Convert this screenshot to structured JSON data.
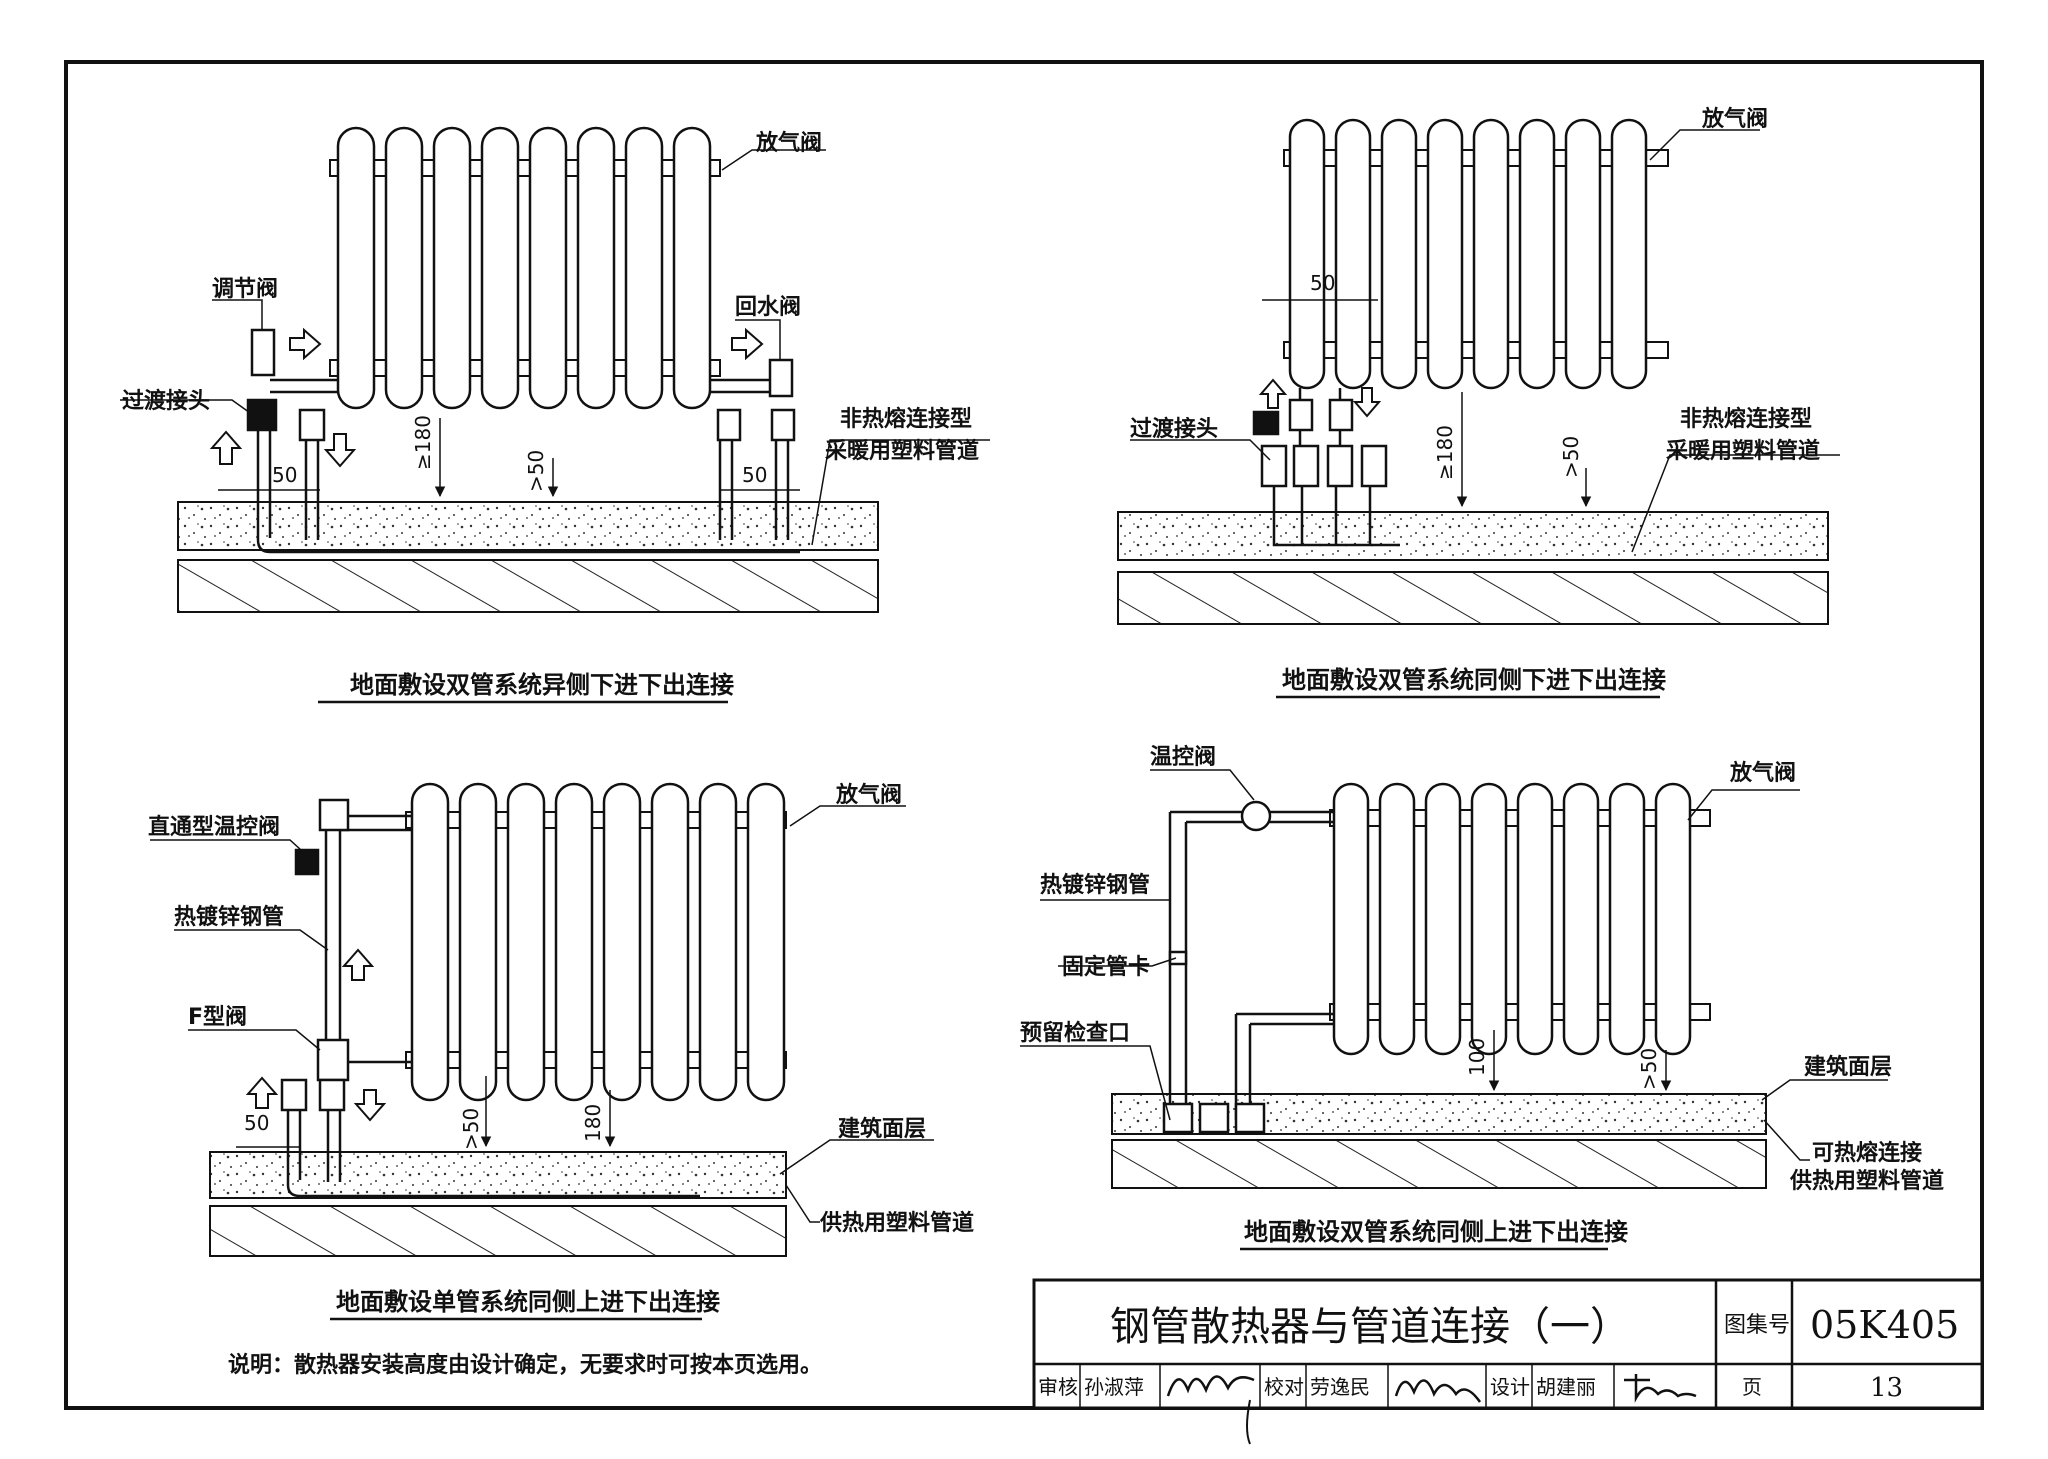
{
  "drawings": {
    "d1": {
      "caption": "地面敷设双管系统异侧下进下出连接",
      "labels": {
        "vent": "放气阀",
        "adjust_valve": "调节阀",
        "return_valve": "回水阀",
        "adapter": "过渡接头",
        "pipe_line1": "非热熔连接型",
        "pipe_line2": "采暖用塑料管道"
      },
      "dims": {
        "gap_left": "50",
        "gap_right": "50",
        "height": "≥180",
        "clear": ">50"
      }
    },
    "d2": {
      "caption": "地面敷设双管系统同侧下进下出连接",
      "labels": {
        "vent": "放气阀",
        "adapter": "过渡接头",
        "pipe_line1": "非热熔连接型",
        "pipe_line2": "采暖用塑料管道"
      },
      "dims": {
        "gap": "50",
        "height": "≥180",
        "clear": ">50"
      }
    },
    "d3": {
      "caption": "地面敷设单管系统同侧上进下出连接",
      "labels": {
        "vent": "放气阀",
        "thermo_valve": "直通型温控阀",
        "steel_pipe": "热镀锌钢管",
        "f_valve": "F型阀",
        "floor_layer": "建筑面层",
        "supply_pipe": "供热用塑料管道"
      },
      "dims": {
        "gap": "50",
        "clear": ">50",
        "height": "180"
      }
    },
    "d4": {
      "caption": "地面敷设双管系统同侧上进下出连接",
      "labels": {
        "thermo_valve": "温控阀",
        "vent": "放气阀",
        "steel_pipe": "热镀锌钢管",
        "clamp": "固定管卡",
        "inspect_door": "预留检查口",
        "floor_layer": "建筑面层",
        "pipe_line1": "可热熔连接",
        "pipe_line2": "供热用塑料管道"
      },
      "dims": {
        "height": "100",
        "clear": ">50"
      }
    }
  },
  "note": "说明：散热器安装高度由设计确定，无要求时可按本页选用。",
  "title_block": {
    "title": "钢管散热器与管道连接（一）",
    "atlas_label": "图集号",
    "atlas_no": "05K405",
    "review_label": "审核",
    "reviewer": "孙淑萍",
    "proof_label": "校对",
    "proofer": "劳逸民",
    "design_label": "设计",
    "designer": "胡建丽",
    "page_label": "页",
    "page_no": "13"
  }
}
